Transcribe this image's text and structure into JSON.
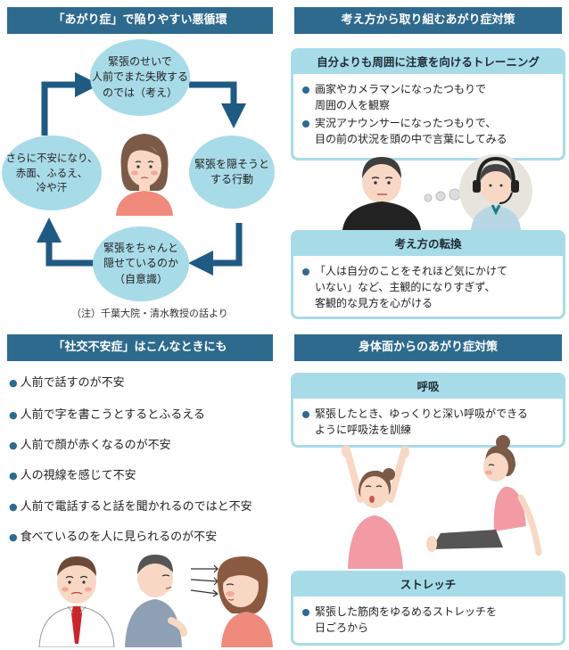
{
  "cycle": {
    "title": "「あがり症」で陥りやすい悪循環",
    "top": "緊張のせいで\n人前でまた失敗する\nのでは（考え）",
    "right": "緊張を隠そうと\nする行動",
    "bottom": "緊張をちゃんと\n隠せているのか\n（自意識）",
    "left": "さらに不安になり、\n赤面、ふるえ、\n冷や汗",
    "note": "（注）千葉大院・清水教授の話より"
  },
  "social_anxiety": {
    "title": "「社交不安症」はこんなときにも",
    "items": [
      "人前で話すのが不安",
      "人前で字を書こうとするとふるえる",
      "人前で顔が赤くなるのが不安",
      "人の視線を感じて不安",
      "人前で電話すると話を聞かれるのではと不安",
      "食べているのを人に見られるのが不安"
    ]
  },
  "mindset": {
    "title": "考え方から取り組むあがり症対策",
    "training": {
      "heading": "自分よりも周囲に注意を向けるトレーニング",
      "bullets": [
        "画家やカメラマンになったつもりで\n周囲の人を観察",
        "実況アナウンサーになったつもりで、\n目の前の状況を頭の中で言葉にしてみる"
      ]
    },
    "shift": {
      "heading": "考え方の転換",
      "bullets": [
        "「人は自分のことをそれほど気にかけて\nいない」など、主観的になりすぎず、\n客観的な見方を心がける"
      ]
    }
  },
  "physical": {
    "title": "身体面からのあがり症対策",
    "breathing": {
      "heading": "呼吸",
      "bullets": [
        "緊張したとき、ゆっくりと深い呼吸ができる\nように呼吸法を訓練"
      ]
    },
    "stretch": {
      "heading": "ストレッチ",
      "bullets": [
        "緊張した筋肉をゆるめるストレッチを\n日ごろから"
      ]
    }
  },
  "colors": {
    "header": "#2e6a8e",
    "circle": "#a8dbe8",
    "arrow": "#1f5a82"
  }
}
